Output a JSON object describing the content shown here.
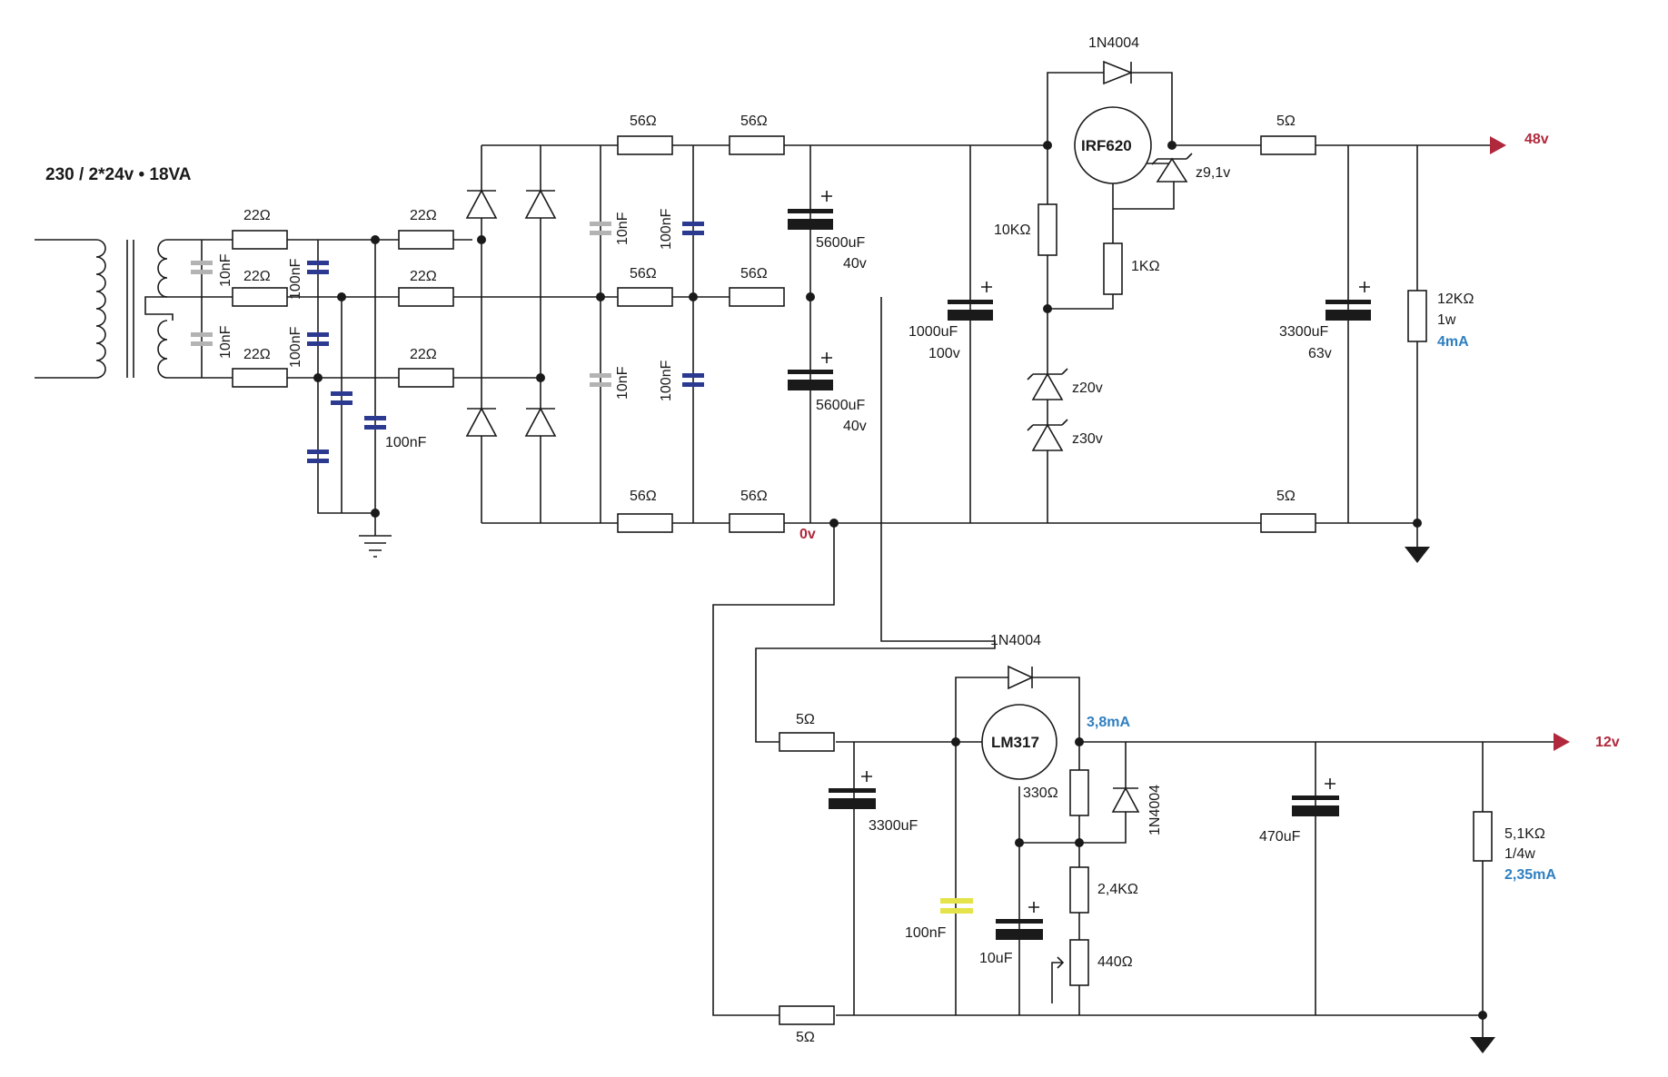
{
  "title": "230 / 2*24v • 18VA",
  "colors": {
    "wire": "#1a1a1a",
    "cap_grey": "#b3b3b3",
    "cap_blue": "#2b3990",
    "cap_yellow": "#e5e34a",
    "cap_black": "#1a1a1a",
    "output": "#b0283c",
    "current": "#2f7fc0"
  },
  "input": {
    "r22_a": "22Ω",
    "r22_b": "22Ω",
    "r22_c": "22Ω",
    "r22_d": "22Ω",
    "r22_e": "22Ω",
    "r22_f": "22Ω",
    "c10n_a": "10nF",
    "c10n_b": "10nF",
    "c100n_a": "100nF",
    "c100n_b": "100nF",
    "c100n_c": "100nF"
  },
  "filter": {
    "c10n_top": "10nF",
    "c10n_bot": "10nF",
    "c100n_top": "100nF",
    "c100n_bot": "100nF",
    "r56_t1": "56Ω",
    "r56_t2": "56Ω",
    "r56_m1": "56Ω",
    "r56_m2": "56Ω",
    "r56_b1": "56Ω",
    "r56_b2": "56Ω",
    "c1_value": "5600uF",
    "c1_voltage": "40v",
    "c2_value": "5600uF",
    "c2_voltage": "40v",
    "zero_label": "0v"
  },
  "hv": {
    "diode": "1N4004",
    "mosfet": "IRF620",
    "zener_gate": "z9,1v",
    "r10k": "10KΩ",
    "r1k": "1KΩ",
    "c1000_value": "1000uF",
    "c1000_voltage": "100v",
    "z20": "z20v",
    "z30": "z30v",
    "r5_top": "5Ω",
    "r5_bot": "5Ω",
    "c3300_value": "3300uF",
    "c3300_voltage": "63v",
    "r12k": "12KΩ",
    "r12k_power": "1w",
    "r12k_current": "4mA",
    "output": "48v"
  },
  "lv": {
    "diode": "1N4004",
    "regulator": "LM317",
    "reg_current": "3,8mA",
    "r5_in": "5Ω",
    "r5_gnd": "5Ω",
    "c3300": "3300uF",
    "c100n": "100nF",
    "r330": "330Ω",
    "diode_v": "1N4004",
    "r2k4": "2,4KΩ",
    "pot440": "440Ω",
    "c10u": "10uF",
    "c470": "470uF",
    "r5k1": "5,1KΩ",
    "r5k1_power": "1/4w",
    "r5k1_current": "2,35mA",
    "output": "12v"
  }
}
